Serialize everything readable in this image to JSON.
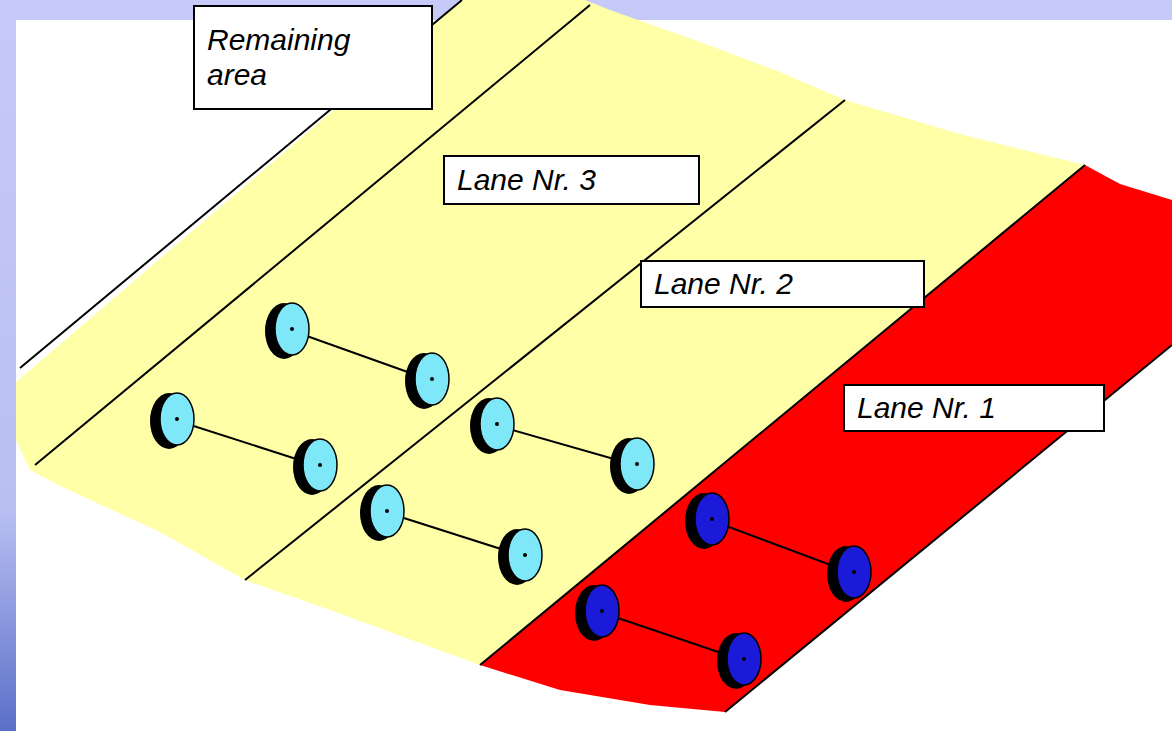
{
  "diagram": {
    "nodes": [
      {
        "text": [
          "Remaining area"
        ]
      },
      {
        "text": [
          "Lane Nr. 3"
        ]
      },
      {
        "text": [
          "Lane Nr. 2"
        ]
      },
      {
        "text": [
          "Lane Nr. 1"
        ]
      }
    ]
  }
}
